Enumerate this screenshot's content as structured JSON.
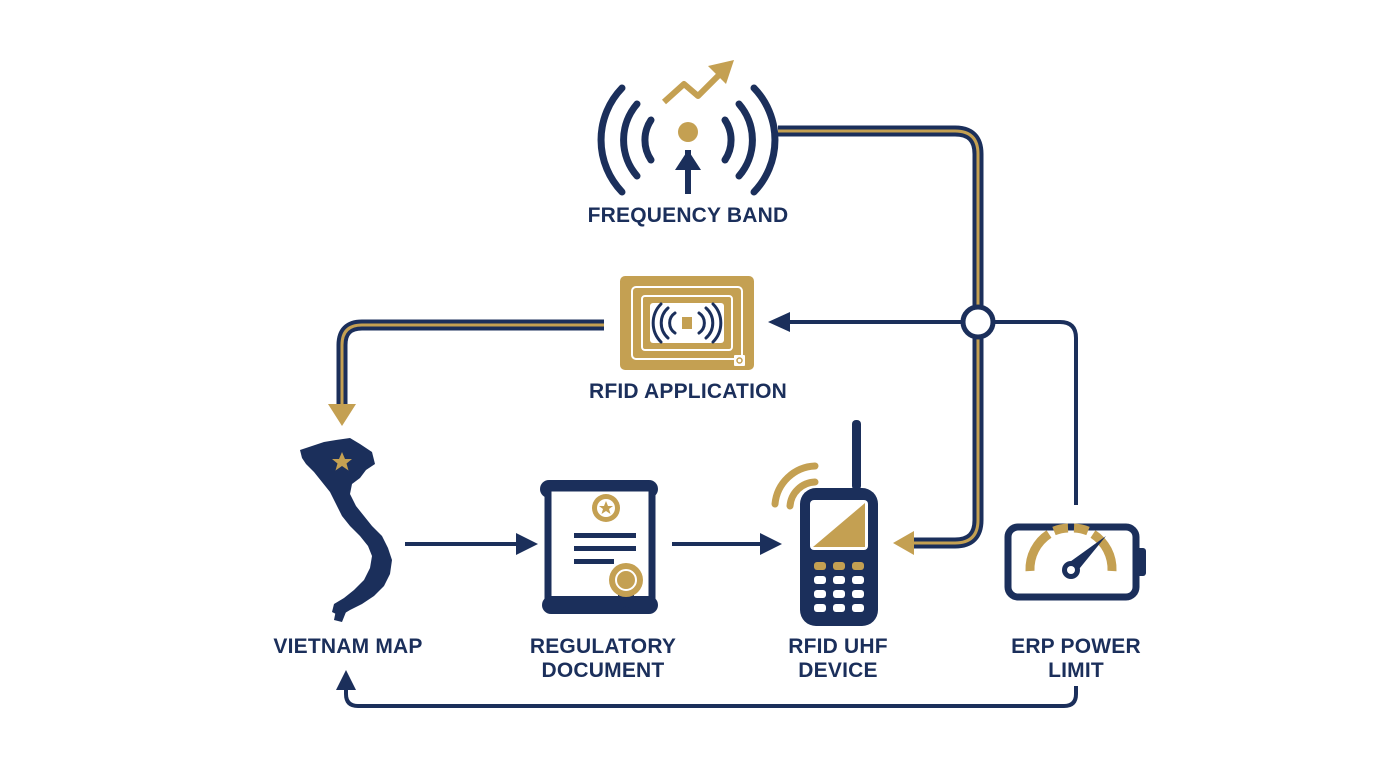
{
  "colors": {
    "navy": "#1b2f5b",
    "gold": "#c4a052",
    "background": "#ffffff"
  },
  "nodes": {
    "frequency_band": {
      "label": "FREQUENCY BAND",
      "icon": "antenna-signal-icon"
    },
    "rfid_application": {
      "label": "RFID APPLICATION",
      "icon": "rfid-tag-card-icon"
    },
    "vietnam_map": {
      "label": "VIETNAM MAP",
      "icon": "vietnam-map-icon"
    },
    "regulatory_document": {
      "line1": "REGULATORY",
      "line2": "DOCUMENT",
      "icon": "certificate-scroll-icon"
    },
    "rfid_uhf_device": {
      "line1": "RFID UHF",
      "line2": "DEVICE",
      "icon": "handheld-reader-icon"
    },
    "erp_power_limit": {
      "line1": "ERP POWER",
      "line2": "LIMIT",
      "icon": "power-gauge-battery-icon"
    }
  },
  "connections": [
    {
      "from": "frequency_band",
      "to": "rfid_uhf_device"
    },
    {
      "from": "erp_power_limit",
      "to": "rfid_application"
    },
    {
      "from": "rfid_application",
      "to": "vietnam_map"
    },
    {
      "from": "vietnam_map",
      "to": "regulatory_document"
    },
    {
      "from": "regulatory_document",
      "to": "rfid_uhf_device"
    },
    {
      "from": "erp_power_limit",
      "to": "vietnam_map"
    }
  ]
}
